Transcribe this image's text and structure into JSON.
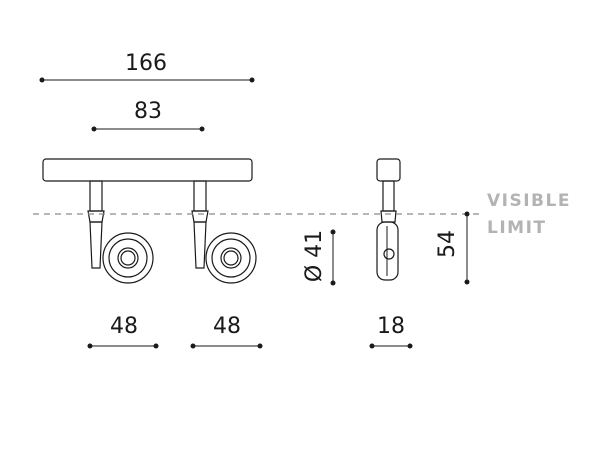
{
  "dimensions": {
    "total_width": "166",
    "spacing": "83",
    "head_width_left": "48",
    "head_width_right": "48",
    "side_width": "18",
    "diameter": "Ø 41",
    "height": "54"
  },
  "visible_limit": {
    "line1": "VISIBLE",
    "line2": "LIMIT",
    "color": "#b3b3b3"
  },
  "colors": {
    "line": "#1a1a1a",
    "limit_line": "#8c8c8c"
  }
}
